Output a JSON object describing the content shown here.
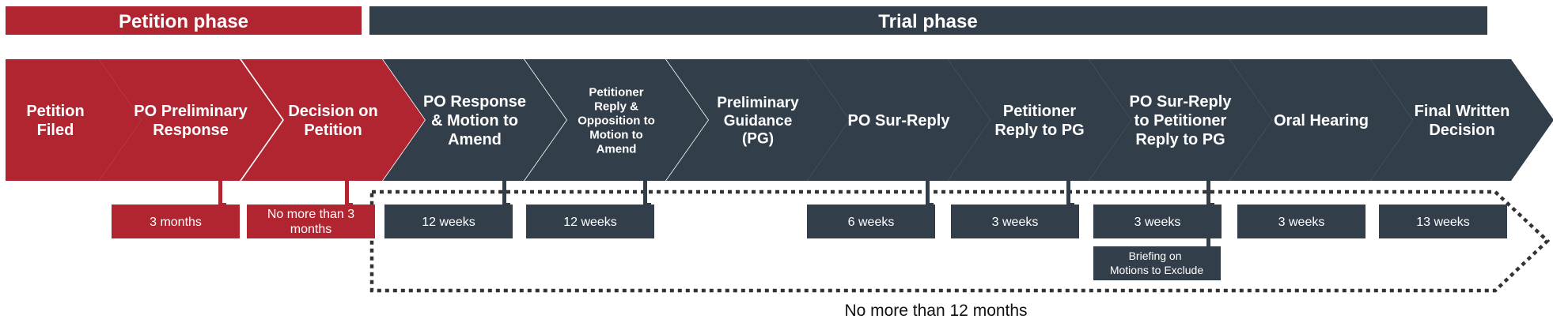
{
  "colors": {
    "petition": "#b02530",
    "trial": "#323e49"
  },
  "phases": {
    "petition_label": "Petition phase",
    "trial_label": "Trial phase"
  },
  "steps": [
    {
      "label": "Petition Filed",
      "phase": "petition"
    },
    {
      "label": "PO Preliminary Response",
      "phase": "petition"
    },
    {
      "label": "Decision on Petition",
      "phase": "petition"
    },
    {
      "label": "PO Response & Motion to Amend",
      "phase": "trial"
    },
    {
      "label": "Petitioner Reply & Opposition to Motion to Amend",
      "phase": "trial"
    },
    {
      "label": "Preliminary Guidance (PG)",
      "phase": "trial"
    },
    {
      "label": "PO Sur-Reply",
      "phase": "trial"
    },
    {
      "label": "Petitioner Reply to PG",
      "phase": "trial"
    },
    {
      "label": "PO Sur-Reply to Petitioner Reply to PG",
      "phase": "trial"
    },
    {
      "label": "Oral Hearing",
      "phase": "trial"
    },
    {
      "label": "Final Written Decision",
      "phase": "trial"
    }
  ],
  "durations": [
    {
      "label": "3 months",
      "step": 1,
      "phase": "petition"
    },
    {
      "label": "No more than 3 months",
      "step": 2,
      "phase": "petition"
    },
    {
      "label": "12 weeks",
      "step": 3,
      "phase": "trial"
    },
    {
      "label": "12 weeks",
      "step": 4,
      "phase": "trial"
    },
    {
      "label": "6 weeks",
      "step": 6,
      "phase": "trial"
    },
    {
      "label": "3 weeks",
      "step": 7,
      "phase": "trial"
    },
    {
      "label": "3 weeks",
      "step": 8,
      "phase": "trial"
    },
    {
      "label": "3 weeks",
      "step": 9,
      "phase": "trial"
    },
    {
      "label": "13 weeks",
      "step": 10,
      "phase": "trial"
    }
  ],
  "briefing_note": "Briefing on Motions to Exclude",
  "trial_span_label": "No more than 12 months"
}
